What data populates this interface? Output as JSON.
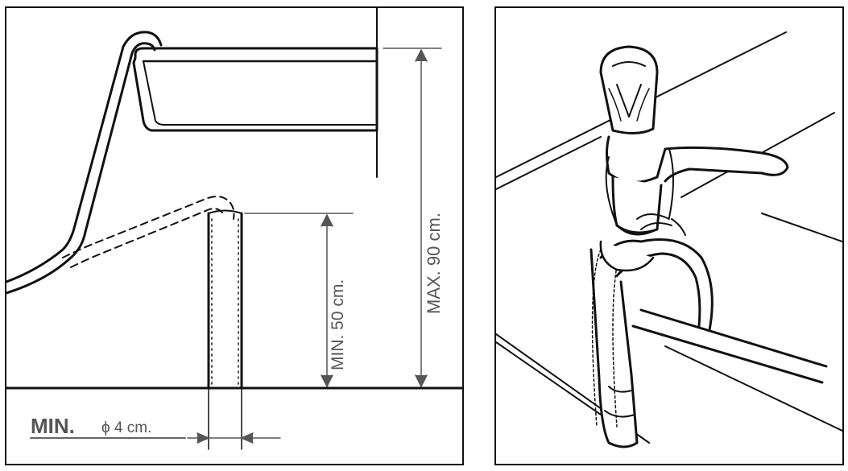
{
  "labels": {
    "max_height": "MAX. 90 cm.",
    "min_height": "MIN. 50 cm.",
    "min_prefix": "MIN.",
    "diameter": "ϕ 4 cm."
  }
}
